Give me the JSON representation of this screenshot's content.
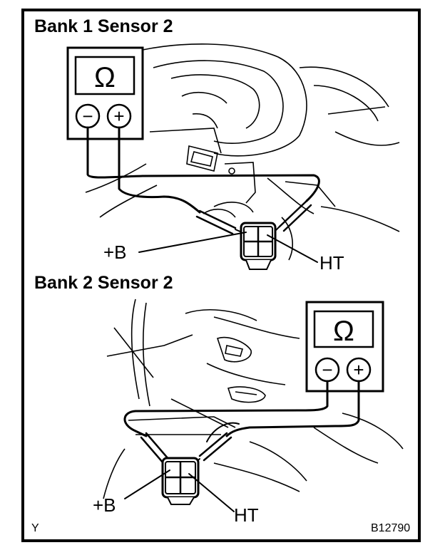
{
  "sections": [
    {
      "title": "Bank 1 Sensor 2",
      "meter_symbol": "Ω",
      "minus": "−",
      "plus": "+",
      "label_b": "+B",
      "label_ht": "HT"
    },
    {
      "title": "Bank 2 Sensor 2",
      "meter_symbol": "Ω",
      "minus": "−",
      "plus": "+",
      "label_b": "+B",
      "label_ht": "HT"
    }
  ],
  "footer": {
    "left_code": "Y",
    "figure_id": "B12790"
  }
}
